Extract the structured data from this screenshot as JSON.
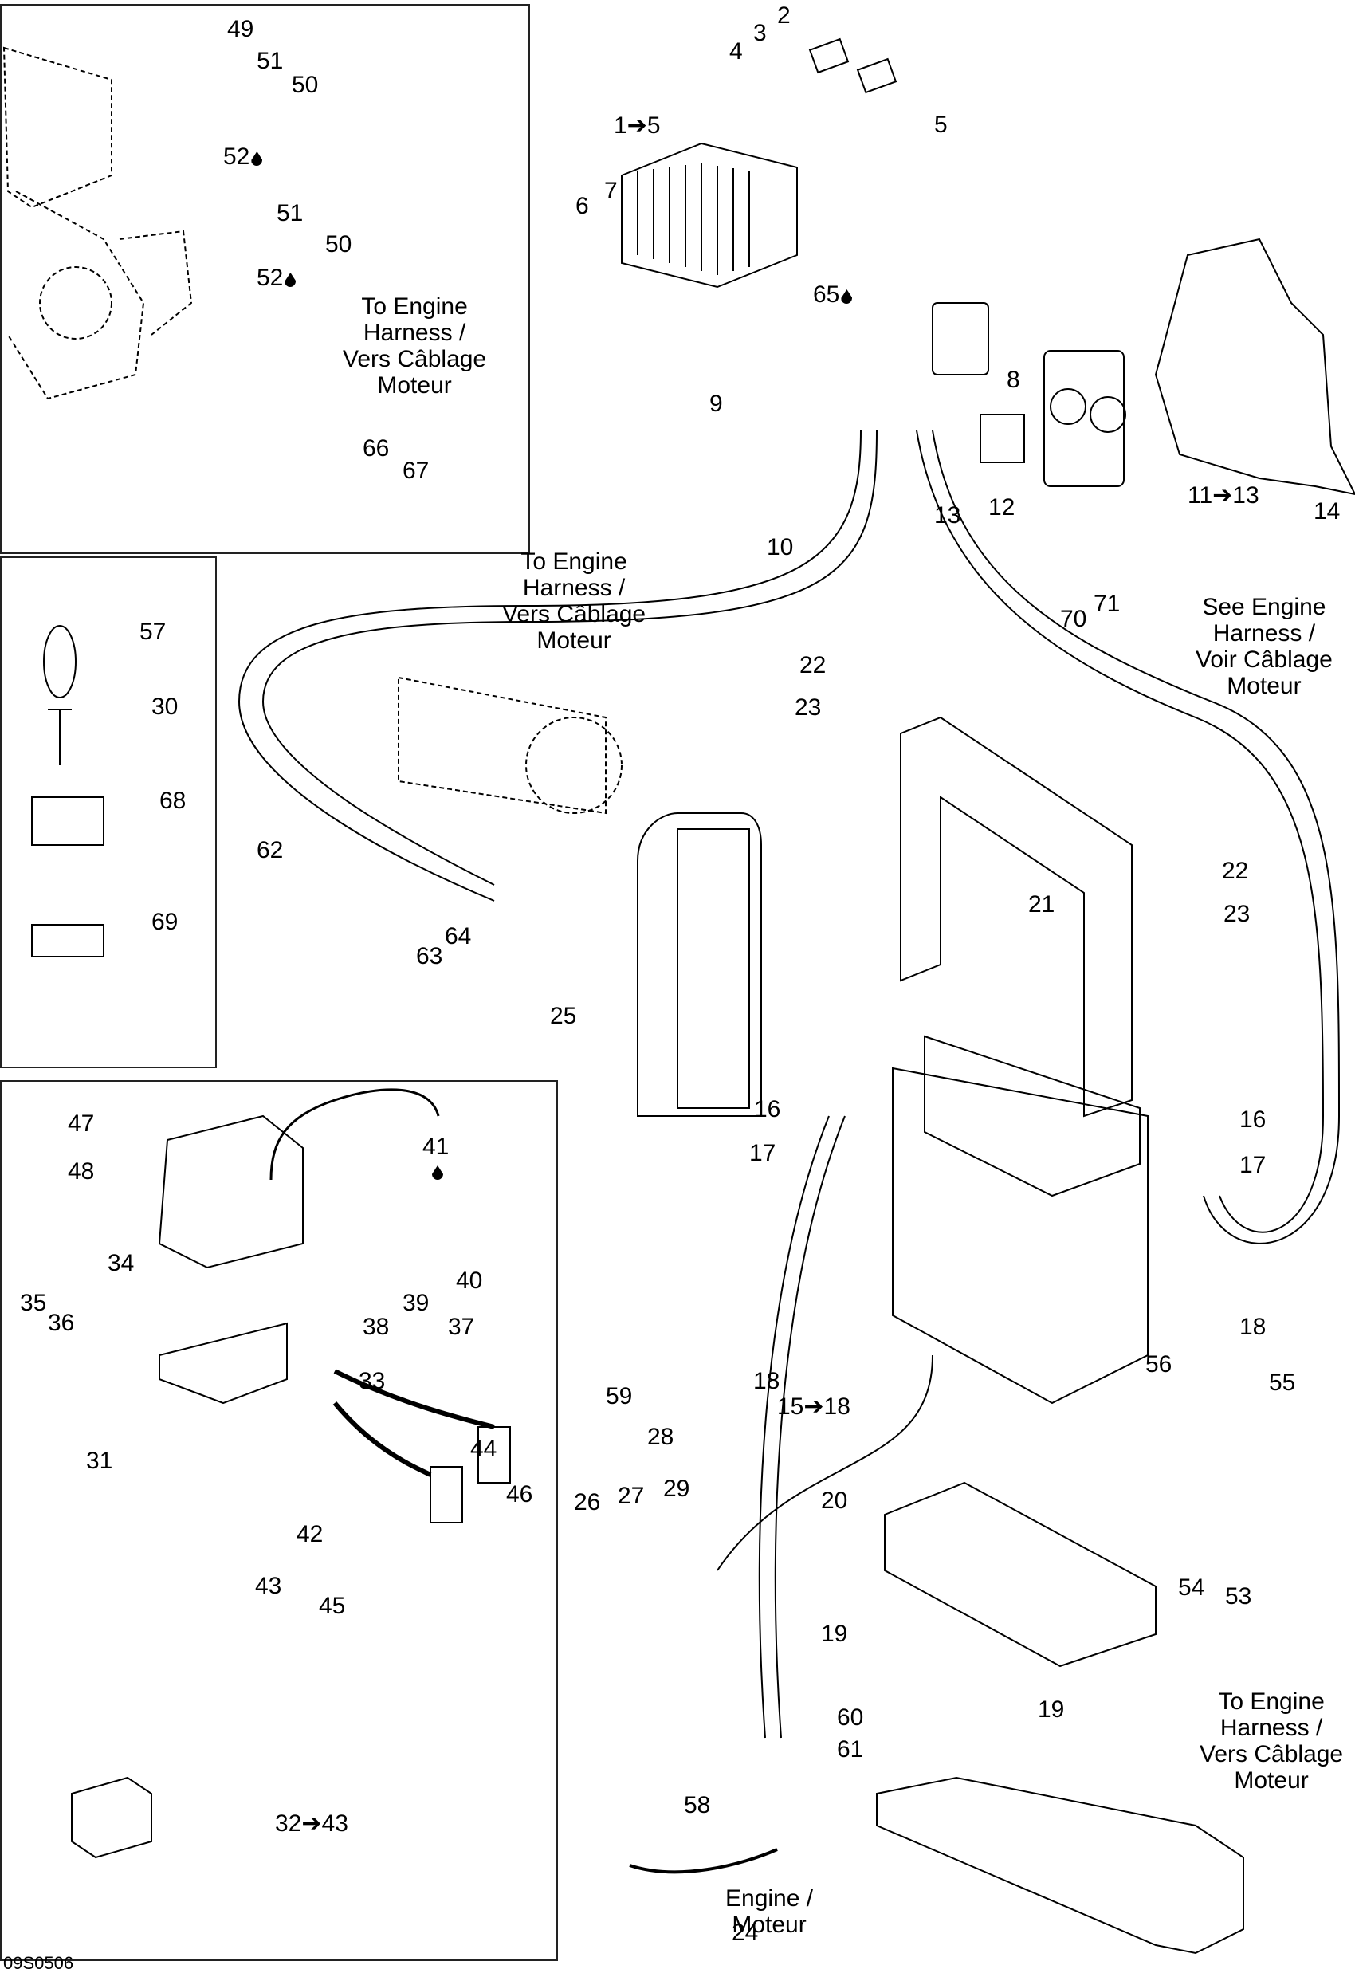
{
  "figure": {
    "id": "09S0506",
    "title": "Electrical system exploded view"
  },
  "notes": {
    "to_engine_harness": "To Engine\nHarness /\nVers Câblage\nMoteur",
    "see_engine_harness": "See Engine\nHarness /\nVoir Câblage\nMoteur",
    "engine": "Engine /\nMoteur"
  },
  "insets": {
    "top_left": {
      "callouts": [
        "49",
        "51",
        "50",
        "52",
        "51",
        "50",
        "52",
        "66",
        "67"
      ],
      "note": "To Engine\nHarness /\nVers Câblage\nMoteur"
    },
    "middle_left": {
      "callouts": [
        "57",
        "30",
        "68",
        "69"
      ]
    },
    "bottom_left": {
      "callouts": [
        "47",
        "48",
        "41",
        "40",
        "39",
        "37",
        "38",
        "34",
        "35",
        "36",
        "33",
        "31",
        "44",
        "46",
        "42",
        "43",
        "45",
        "32➔43"
      ]
    }
  },
  "main": {
    "callouts": [
      "2",
      "3",
      "4",
      "5",
      "1➔5",
      "7",
      "6",
      "65",
      "8",
      "9",
      "10",
      "13",
      "12",
      "11➔13",
      "14",
      "70",
      "71",
      "22",
      "23",
      "22",
      "23",
      "21",
      "62",
      "64",
      "63",
      "25",
      "16",
      "17",
      "16",
      "17",
      "18",
      "18",
      "15➔18",
      "56",
      "55",
      "59",
      "28",
      "26",
      "27",
      "29",
      "20",
      "54",
      "53",
      "19",
      "19",
      "60",
      "61",
      "58",
      "24"
    ]
  },
  "legend": {
    "drop_icon": "thread-locker / lubricant symbol",
    "arrow_icon": "➔ means range of parts"
  }
}
